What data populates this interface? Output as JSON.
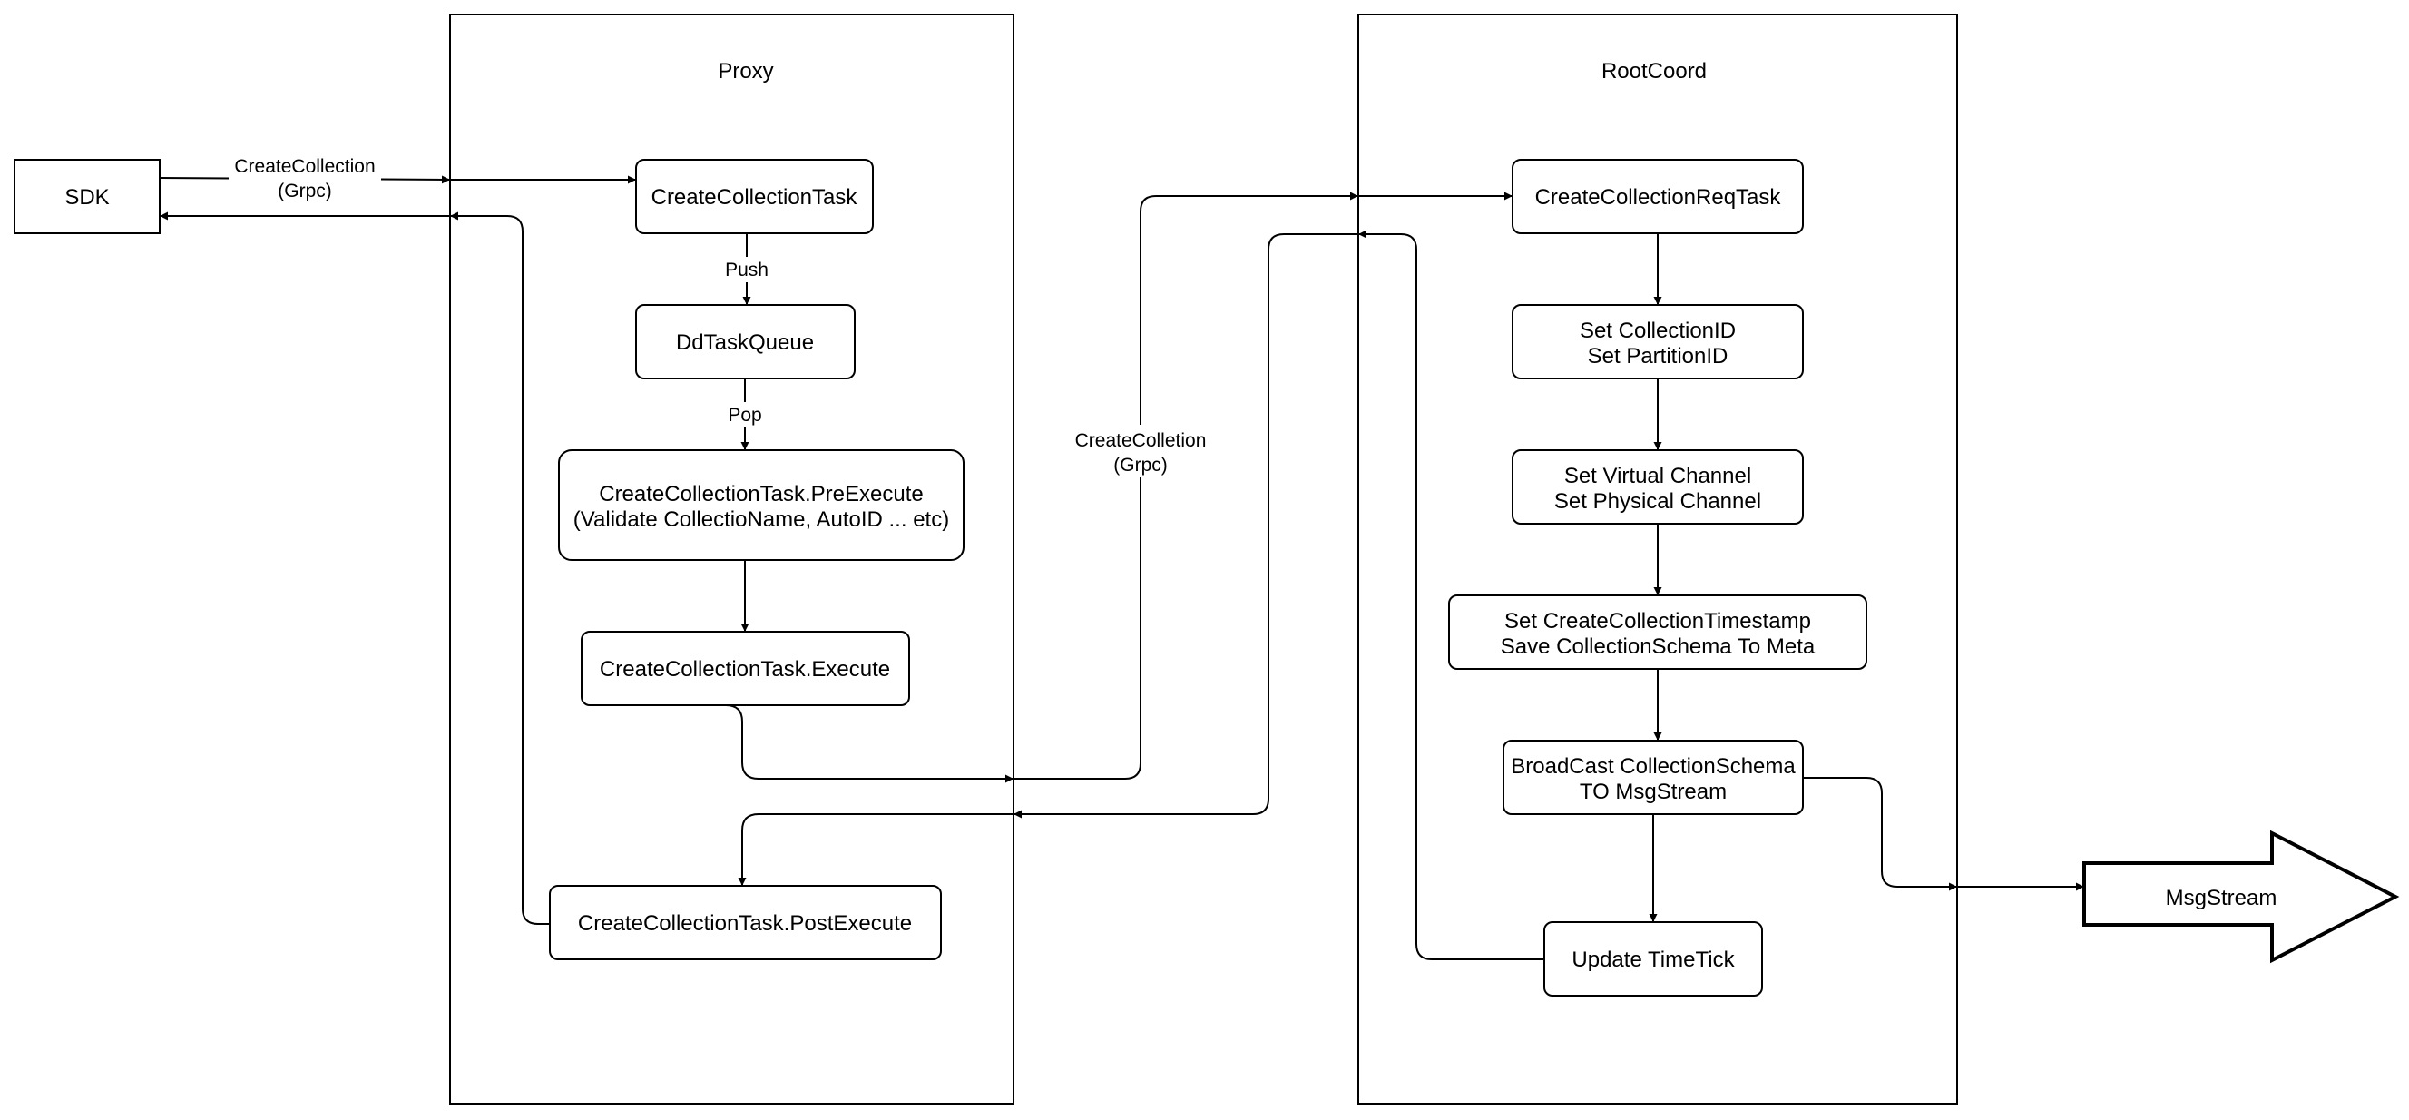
{
  "containers": {
    "proxy": "Proxy",
    "rootcoord": "RootCoord"
  },
  "nodes": {
    "sdk": "SDK",
    "create_collection_task": "CreateCollectionTask",
    "dd_task_queue": "DdTaskQueue",
    "pre_execute_line1": "CreateCollectionTask.PreExecute",
    "pre_execute_line2": "(Validate CollectioName, AutoID ... etc)",
    "execute": "CreateCollectionTask.Execute",
    "post_execute": "CreateCollectionTask.PostExecute",
    "create_collection_req_task": "CreateCollectionReqTask",
    "set_ids_line1": "Set CollectionID",
    "set_ids_line2": "Set PartitionID",
    "set_channels_line1": "Set Virtual Channel",
    "set_channels_line2": "Set Physical Channel",
    "timestamp_line1": "Set CreateCollectionTimestamp",
    "timestamp_line2": "Save CollectionSchema To Meta",
    "broadcast_line1": "BroadCast CollectionSchema",
    "broadcast_line2": "TO MsgStream",
    "update_timetick": "Update TimeTick",
    "msgstream": "MsgStream"
  },
  "edge_labels": {
    "sdk_call_line1": "CreateCollection",
    "sdk_call_line2": "(Grpc)",
    "push": "Push",
    "pop": "Pop",
    "rootcoord_call_line1": "CreateColletion",
    "rootcoord_call_line2": "(Grpc)"
  }
}
